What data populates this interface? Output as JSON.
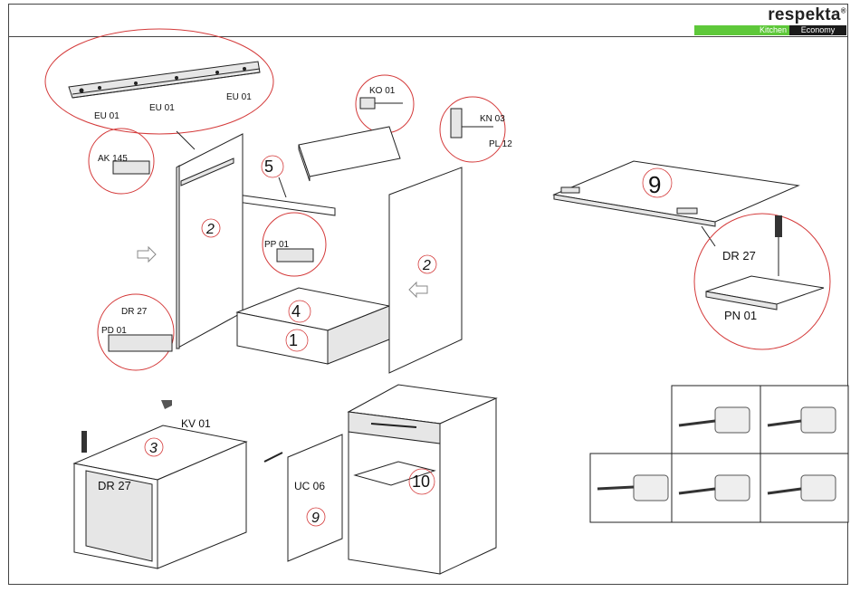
{
  "brand": {
    "name": "respekta",
    "mark": "®",
    "kitchen": "Kitchen",
    "economy": "Economy"
  },
  "parts": {
    "eu_a": "EU 01",
    "eu_b": "EU 01",
    "eu_c": "EU 01",
    "ko": "KO 01",
    "kn": "KN 03",
    "pl": "PL 12",
    "ak": "AK 145",
    "pp": "PP 01",
    "dr_a": "DR 27",
    "pd": "PD 01",
    "dr_b": "DR 27",
    "pn": "PN 01",
    "kv": "KV 01",
    "dr_c": "DR 27",
    "uc": "UC 06"
  },
  "steps": {
    "s1": "1",
    "s2a": "2",
    "s2b": "2",
    "s3": "3",
    "s4": "4",
    "s5": "5",
    "s9a": "9",
    "s9b": "9",
    "s10": "10"
  },
  "icons": [
    "arrow-right-hint-icon",
    "arrow-left-hint-icon",
    "screwdriver-icon",
    "hammer-icon",
    "hinge-adjust-icon"
  ]
}
